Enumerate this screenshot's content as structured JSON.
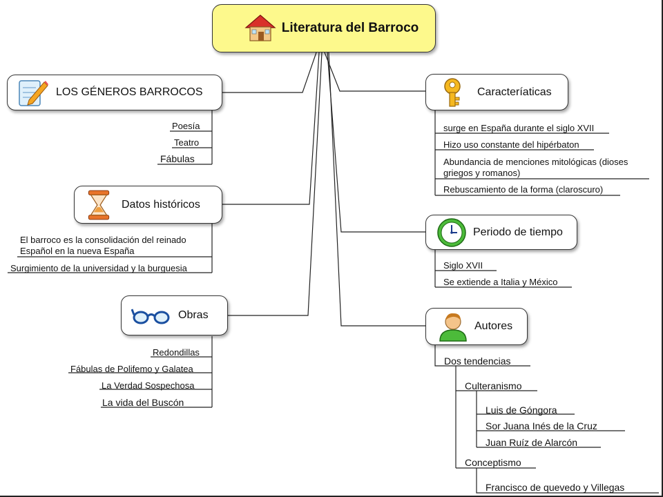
{
  "root": {
    "label": "Literatura del Barroco",
    "icon": "house-icon"
  },
  "generos": {
    "label": "LOS GÉNEROS BARROCOS",
    "icon": "pencil-note-icon",
    "items": [
      "Poesía",
      "Teatro",
      "Fábulas"
    ]
  },
  "datos": {
    "label": "Datos históricos",
    "icon": "hourglass-icon",
    "items": [
      "El barroco es la consolidación del reinado Español en la nueva España",
      "Surgimiento de la universidad y la burguesia"
    ]
  },
  "obras": {
    "label": "Obras",
    "icon": "glasses-icon",
    "items": [
      "Redondillas",
      "Fábulas de Polifemo y Galatea",
      "La Verdad Sospechosa",
      "La vida del Buscón"
    ]
  },
  "caracteristicas": {
    "label": "Caracteríaticas",
    "icon": "key-icon",
    "items": [
      "surge en España durante el siglo XVII",
      "Hizo uso constante del hipérbaton",
      "Abundancia de menciones mitológicas (dioses griegos y romanos)",
      "Rebuscamiento de la forma (claroscuro)"
    ]
  },
  "periodo": {
    "label": "Periodo de tiempo",
    "icon": "clock-icon",
    "items": [
      "Siglo XVII",
      "Se extiende a Italia y México"
    ]
  },
  "autores": {
    "label": "Autores",
    "icon": "person-icon",
    "tendencias": "Dos tendencias",
    "culteranismo": "Culteranismo",
    "culteranismo_items": [
      "Luis de Góngora",
      "Sor Juana Inés de la Cruz",
      "Juan Ruíz de Alarcón"
    ],
    "conceptismo": "Conceptismo",
    "conceptismo_items": [
      "Francisco de quevedo y Villegas"
    ]
  },
  "colors": {
    "root_fill": "#fdf98c",
    "line": "#222222"
  }
}
